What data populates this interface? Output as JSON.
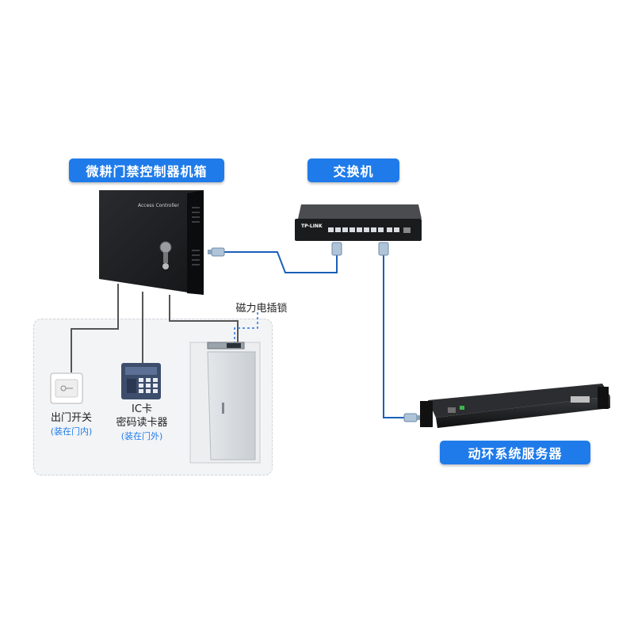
{
  "labels": {
    "controller_box": "微耕门禁控制器机箱",
    "switch": "交换机",
    "server": "动环系统服务器",
    "lock": "磁力电插锁",
    "exit_switch": "出门开关",
    "exit_switch_note": "(装在门内)",
    "reader_line1": "IC卡",
    "reader_line2": "密码读卡器",
    "reader_note": "(装在门外)"
  },
  "device_text": {
    "controller_panel": "Access  Controller",
    "switch_brand": "TP-LINK"
  },
  "colors": {
    "accent": "#1f7be9",
    "cable_network": "#1b5fb8",
    "cable_device": "#555555"
  }
}
